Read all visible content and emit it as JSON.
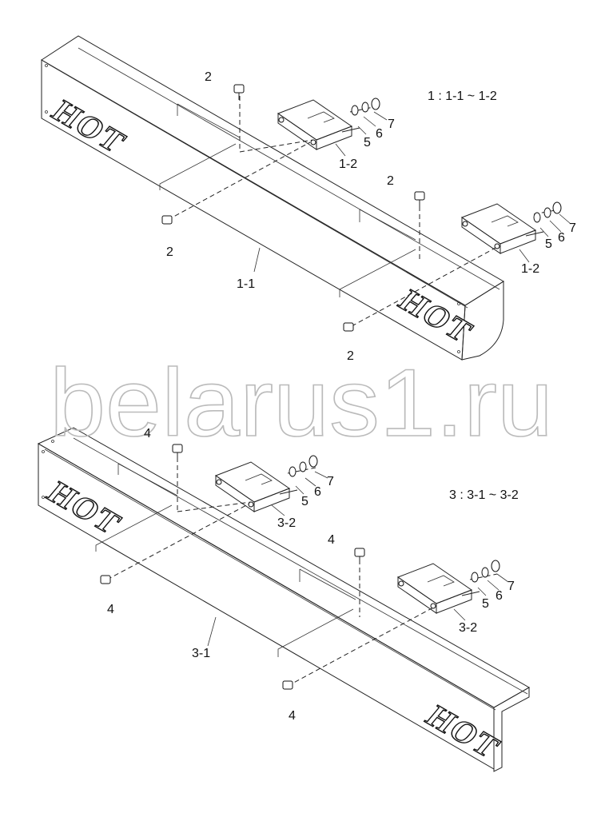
{
  "legend_top": "1 : 1-1 ~ 1-2",
  "legend_bottom": "3 : 3-1 ~ 3-2",
  "watermark": "belarus1.ru",
  "hot_label": "HOT",
  "parts": {
    "p1_1": "1-1",
    "p1_2": "1-2",
    "p3_1": "3-1",
    "p3_2": "3-2",
    "p2": "2",
    "p4": "4",
    "p5": "5",
    "p6": "6",
    "p7": "7"
  }
}
